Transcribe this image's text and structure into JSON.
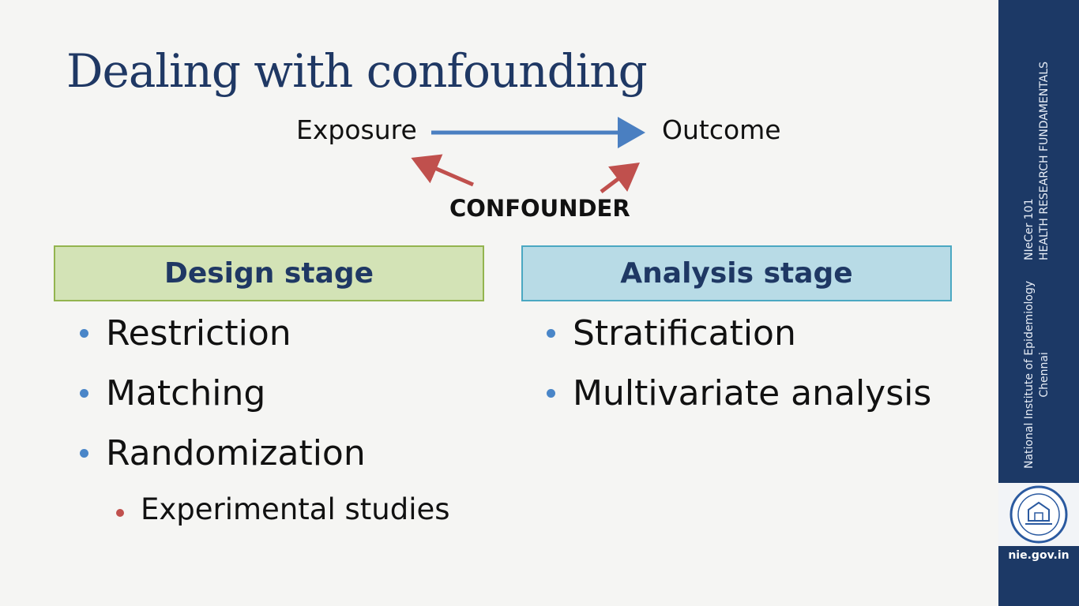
{
  "slide": {
    "title": "Dealing with confounding",
    "diagram": {
      "exposure": "Exposure",
      "outcome": "Outcome",
      "confounder": "CONFOUNDER"
    },
    "design_stage": {
      "heading": "Design stage",
      "items": [
        "Restriction",
        "Matching",
        "Randomization"
      ],
      "sub_item": "Experimental studies"
    },
    "analysis_stage": {
      "heading": "Analysis stage",
      "items": [
        "Stratification",
        "Multivariate analysis"
      ]
    }
  },
  "sidebar": {
    "course_line1": "NIeCer 101",
    "course_line2": "HEALTH RESEARCH FUNDAMENTALS",
    "institute_line1": "National Institute of Epidemiology",
    "institute_line2": "Chennai",
    "logo_seal": "ICMR seal",
    "url": "nie.gov.in"
  },
  "colors": {
    "title": "#1f3864",
    "causal_arrow": "#4a7fc1",
    "confounding_arrow": "#c0504d",
    "design_fill": "#d3e3b6",
    "analysis_fill": "#b8dbe6",
    "sidebar": "#1c3966"
  }
}
